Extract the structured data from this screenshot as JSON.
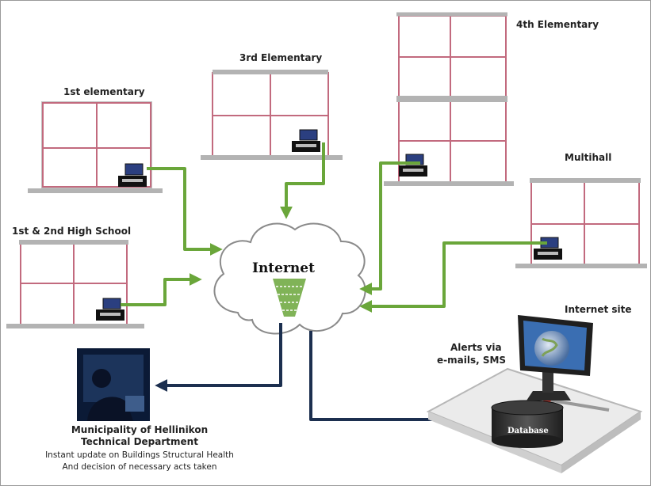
{
  "labels": {
    "elementary1": "1st elementary",
    "elementary3": "3rd Elementary",
    "elementary4": "4th Elementary",
    "multihall": "Multihall",
    "highschool": "1st & 2nd High School",
    "internet": "Internet",
    "internet_site": "Internet site",
    "alerts_line1": "Alerts via",
    "alerts_line2": "e-mails, SMS",
    "database": "Database",
    "municipality_line1": "Municipality of Hellinikon",
    "municipality_line2": "Technical Department",
    "note_line1": "Instant update on Buildings Structural Health",
    "note_line2": "And decision of necessary acts taken"
  },
  "colors": {
    "frame_pink": "#c26a7e",
    "slab_gray": "#b3b3b3",
    "green_arrow": "#6aa63a",
    "navy_arrow": "#1c2f4f"
  }
}
